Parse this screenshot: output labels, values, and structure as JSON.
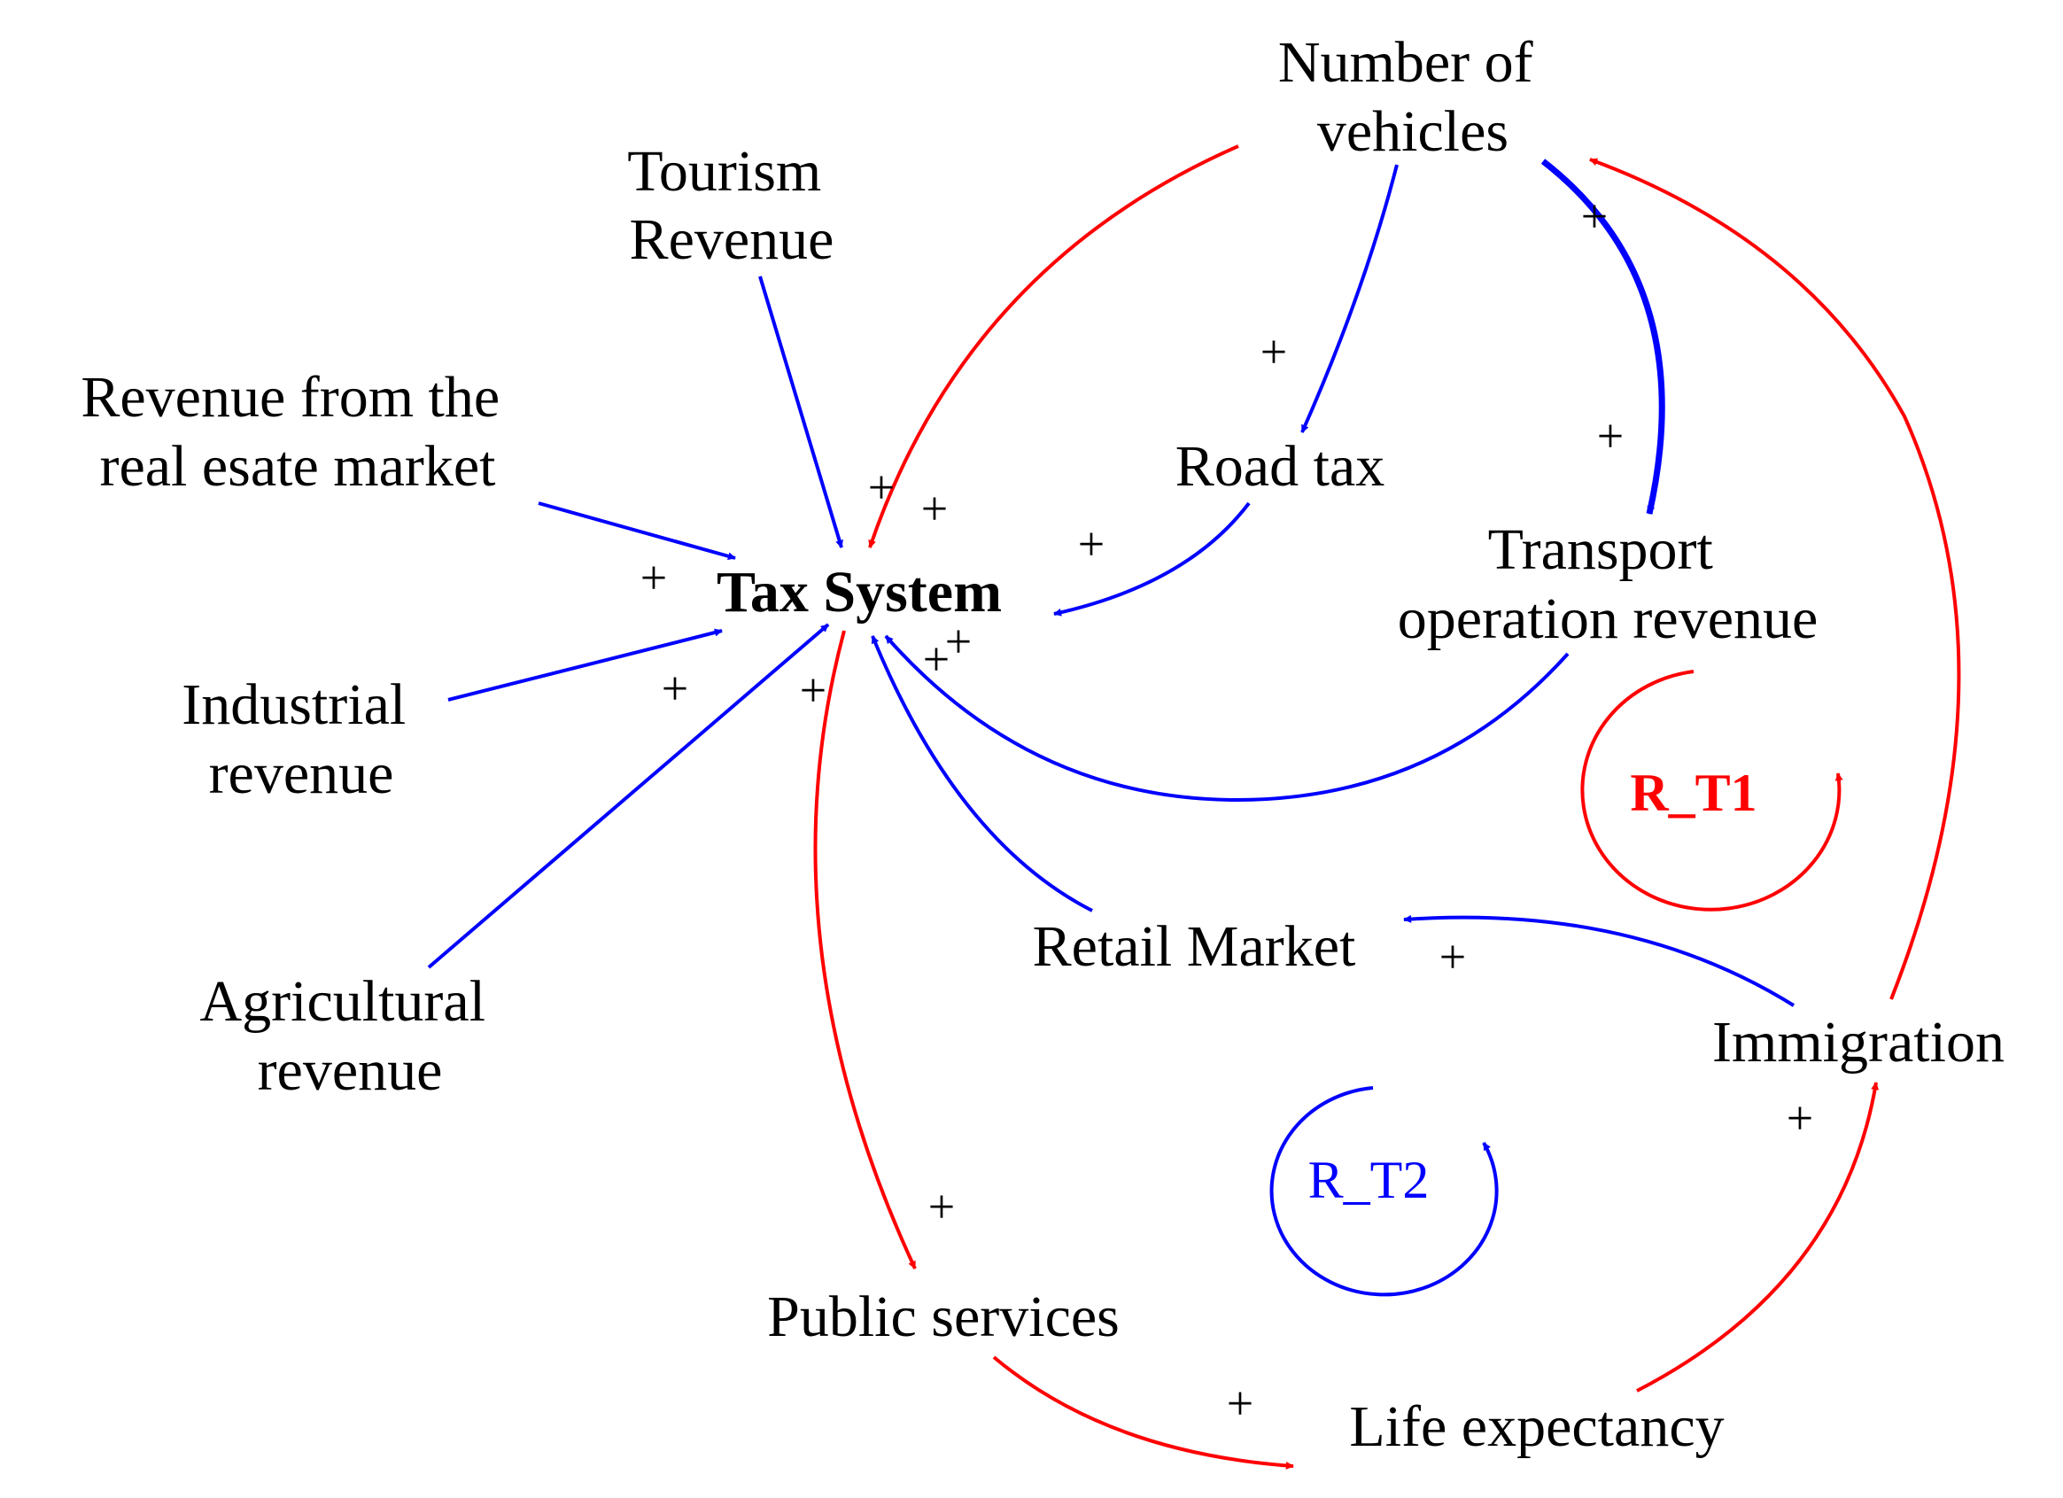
{
  "nodes": {
    "number_of_vehicles": [
      "Number of",
      "vehicles"
    ],
    "tourism_revenue": [
      "Tourism",
      "Revenue"
    ],
    "real_estate_revenue": [
      "Revenue from the",
      "real esate market"
    ],
    "road_tax": "Road tax",
    "transport_revenue": [
      "Transport",
      "operation revenue"
    ],
    "tax_system": "Tax System",
    "industrial_revenue": [
      "Industrial",
      "revenue"
    ],
    "agricultural_revenue": [
      "Agricultural",
      "revenue"
    ],
    "retail_market": "Retail Market",
    "immigration": "Immigration",
    "public_services": "Public services",
    "life_expectancy": "Life expectancy"
  },
  "polarity": "+",
  "loops": {
    "r_t1": {
      "label": "R_T1",
      "color": "#ff0000"
    },
    "r_t2": {
      "label": "R_T2",
      "color": "#0000ff"
    }
  },
  "link_colors": {
    "blue": "#0000ff",
    "red": "#ff0000"
  }
}
